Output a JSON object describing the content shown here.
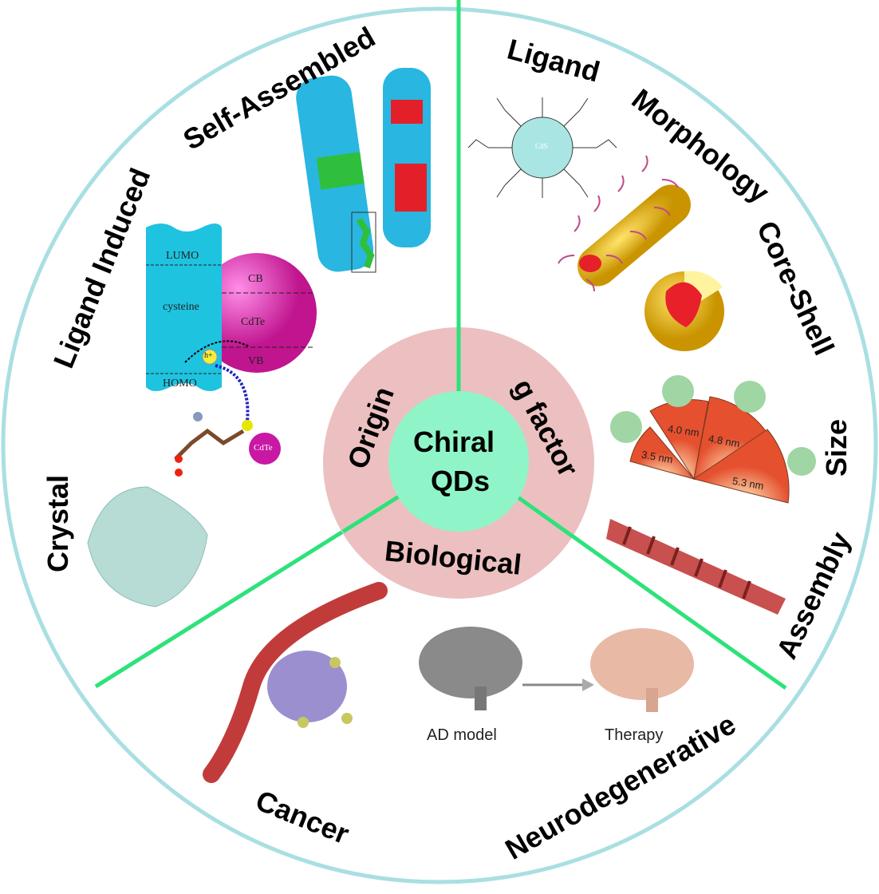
{
  "center": {
    "line1": "Chiral",
    "line2": "QDs"
  },
  "inner_ring": {
    "origin": "Origin",
    "g_factor": "g factor",
    "biological": "Biological"
  },
  "origin_section": {
    "self_assembled": "Self-Assembled",
    "ligand_induced": "Ligand Induced",
    "crystal": "Crystal",
    "band_diagram": {
      "lumo": "LUMO",
      "cysteine": "cysteine",
      "homo": "HOMO",
      "cb": "CB",
      "cdte": "CdTe",
      "vb": "VB",
      "hole": "h+",
      "cdte_particle": "CdTe"
    }
  },
  "g_factor_section": {
    "ligand": "Ligand",
    "morphology": "Morphology",
    "core_shell": "Core-Shell",
    "size": "Size",
    "assembly": "Assembly",
    "core_label": "CdS",
    "sizes": [
      "3.5 nm",
      "4.0 nm",
      "4.8 nm",
      "5.3 nm"
    ]
  },
  "biological_section": {
    "cancer": "Cancer",
    "neurodegenerative": "Neurodegenerative",
    "ad_model": "AD model",
    "therapy": "Therapy"
  },
  "colors": {
    "outer_ring": "#a9dfe2",
    "inner_ring": "#ecc0c0",
    "center": "#8ff5c9",
    "divider": "#2de27a"
  }
}
